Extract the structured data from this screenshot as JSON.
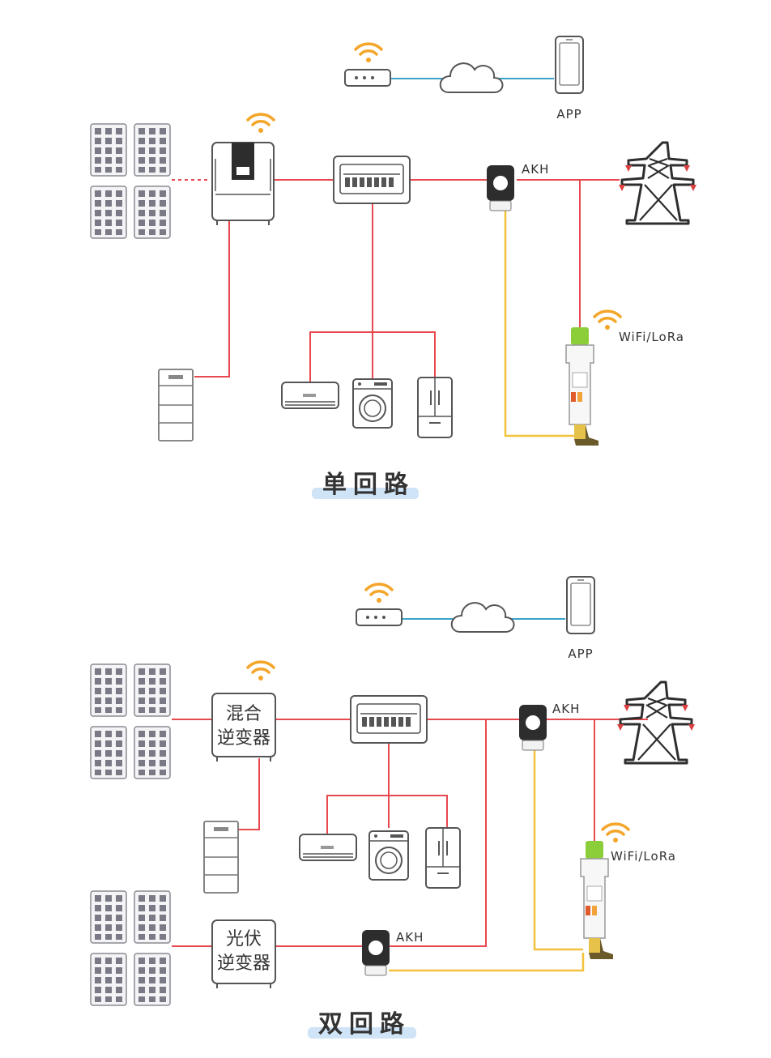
{
  "colors": {
    "power_line": "#e8484f",
    "signal_line": "#f3c23a",
    "network_line": "#3aa3c9",
    "wifi": "#f4a62a",
    "device_outline": "#555555",
    "title_highlight": "#cfe4f6"
  },
  "single_loop": {
    "app_label": "APP",
    "akh_label": "AKH",
    "wireless_label": "WiFi/LoRa",
    "title": "单回路"
  },
  "dual_loop": {
    "app_label": "APP",
    "akh_top_label": "AKH",
    "akh_bottom_label": "AKH",
    "wireless_label": "WiFi/LoRa",
    "hybrid_inverter_line1": "混合",
    "hybrid_inverter_line2": "逆变器",
    "pv_inverter_line1": "光伏",
    "pv_inverter_line2": "逆变器",
    "title": "双回路"
  }
}
